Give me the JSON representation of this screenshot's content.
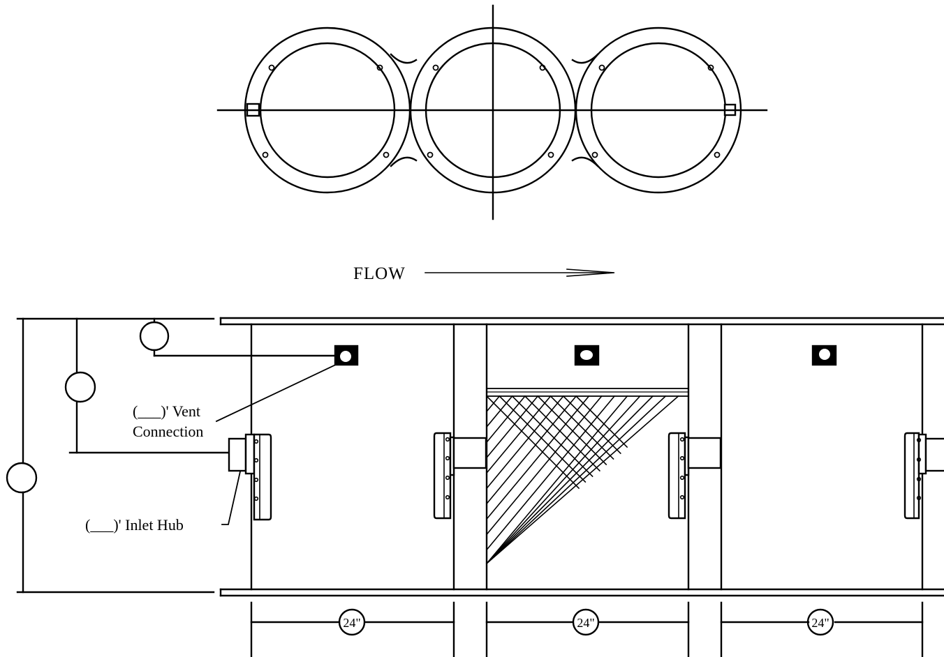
{
  "labels": {
    "flow": "FLOW",
    "vent_line1": "(___)' Vent",
    "vent_line2": "Connection",
    "inlet_hub": "(___)' Inlet Hub"
  },
  "dimensions": [
    "24\"",
    "24\"",
    "24\""
  ],
  "colors": {
    "ink": "#000000",
    "paper": "#ffffff"
  }
}
